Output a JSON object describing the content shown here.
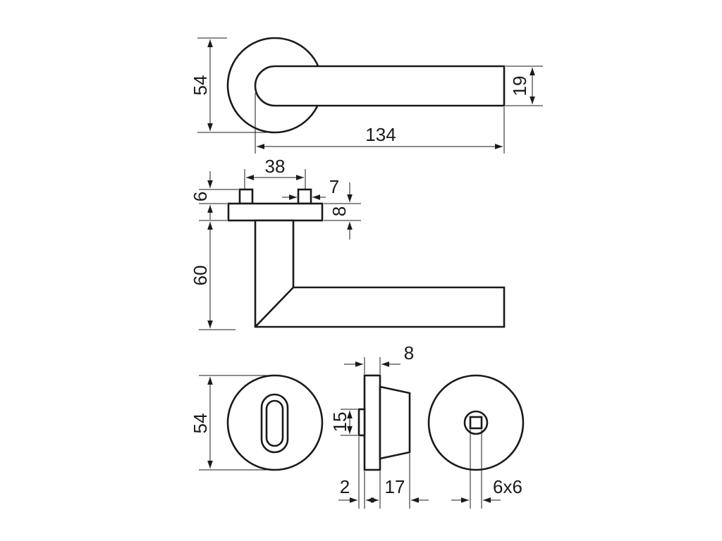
{
  "dimensions": {
    "rosette_height": "54",
    "lever_thickness": "19",
    "lever_length": "134",
    "pin_spacing": "38",
    "pin_diameter": "7",
    "pin_height": "6",
    "rose_thickness": "8",
    "lever_depth": "60",
    "escutcheon_diameter": "54",
    "collar_width": "8",
    "spindle_length": "15",
    "spindle_offset": "2",
    "collar_depth": "17",
    "spindle_square": "6x6"
  },
  "colors": {
    "line": "#1a1a1a",
    "background": "#ffffff"
  }
}
